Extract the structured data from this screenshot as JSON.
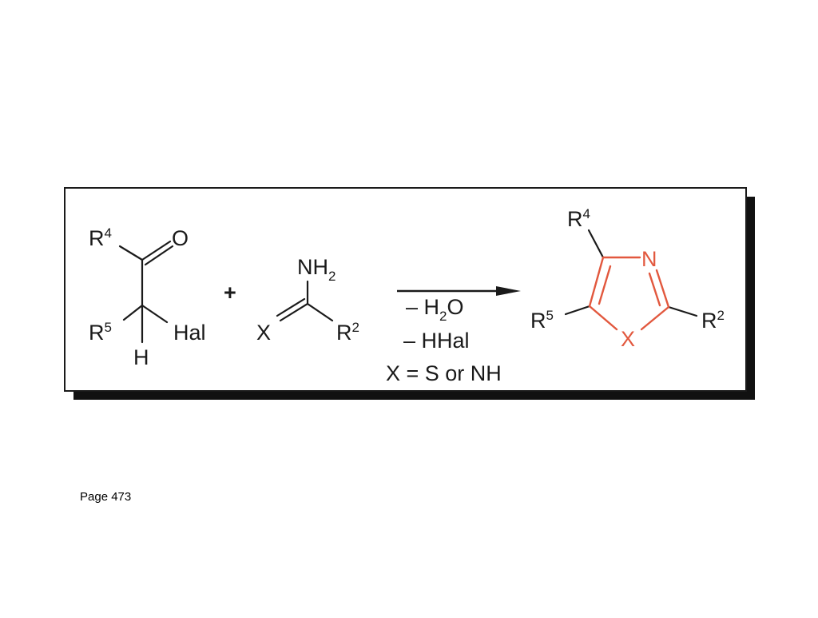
{
  "reaction": {
    "reactant1": {
      "r4": {
        "base": "R",
        "sup": "4"
      },
      "oxygen": "O",
      "r5": {
        "base": "R",
        "sup": "5"
      },
      "halogen": "Hal",
      "hydrogen": "H"
    },
    "plus": "+",
    "reactant2": {
      "amine": {
        "base": "NH",
        "sub": "2"
      },
      "x": "X",
      "r2": {
        "base": "R",
        "sup": "2"
      }
    },
    "conditions": {
      "line1": {
        "dash": "– ",
        "base": "H",
        "sub": "2",
        "tail": "O"
      },
      "line2": "– HHal",
      "line3": "X = S or NH"
    },
    "product": {
      "r4": {
        "base": "R",
        "sup": "4"
      },
      "nitrogen": "N",
      "r5": {
        "base": "R",
        "sup": "5"
      },
      "x": "X",
      "r2": {
        "base": "R",
        "sup": "2"
      }
    }
  },
  "colors": {
    "ink": "#1a1a1a",
    "ring": "#e2583e",
    "shadow": "#111111",
    "frame_fill": "#ffffff"
  },
  "footer": {
    "page_label": "Page 473"
  }
}
